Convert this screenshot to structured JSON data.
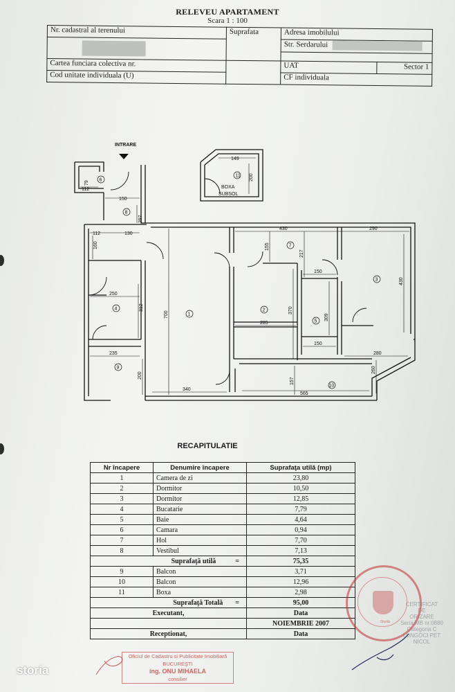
{
  "doc": {
    "title": "RELEVEU APARTAMENT",
    "scale": "Scara 1 : 100"
  },
  "header": {
    "cadastral_label": "Nr. cadastral al terenului",
    "suprafata_label": "Suprafata",
    "address_label": "Adresa imobilului",
    "street": "Str. Serdarului",
    "cf_colectiva": "Cartea funciara colectiva nr.",
    "uat": "UAT",
    "sector": "Sector  1",
    "cod_unitate": "Cod unitate individuala (U)",
    "cf_individuala": "CF individuala"
  },
  "plan": {
    "entrance": "INTRARE",
    "boxa_label_1": "BOXA",
    "boxa_label_2": "SUBSOL",
    "rooms": [
      "1",
      "2",
      "3",
      "4",
      "5",
      "6",
      "7",
      "8",
      "9",
      "10",
      "11"
    ],
    "dims": {
      "d149": "149",
      "d200": "200",
      "d79": "79",
      "d112": "112",
      "d150": "150",
      "d397": "397",
      "d112b": "112",
      "d130": "130",
      "d160": "160",
      "d250": "250",
      "d312": "312",
      "d235": "235",
      "d200b": "200",
      "d700": "700",
      "d340": "340",
      "d430": "430",
      "d155": "155",
      "d217": "217",
      "d150b": "150",
      "d285": "285",
      "d370": "370",
      "d309": "309",
      "d150c": "150",
      "d290": "290",
      "d430b": "430",
      "d280": "280",
      "d260": "260",
      "d157": "157",
      "d565": "565"
    }
  },
  "recap": {
    "title": "RECAPITULATIE",
    "col_nr": "Nr încapere",
    "col_name": "Denumire încapere",
    "col_area": "Suprafaţa utilă (mp)",
    "rooms_a": [
      {
        "nr": "1",
        "name": "Camera de zi",
        "area": "23,80"
      },
      {
        "nr": "2",
        "name": "Dormitor",
        "area": "10,50"
      },
      {
        "nr": "3",
        "name": "Dormitor",
        "area": "12,85"
      },
      {
        "nr": "4",
        "name": "Bucatarie",
        "area": "7,79"
      },
      {
        "nr": "5",
        "name": "Baie",
        "area": "4,64"
      },
      {
        "nr": "6",
        "name": "Camara",
        "area": "0,94"
      },
      {
        "nr": "7",
        "name": "Hol",
        "area": "7,70"
      },
      {
        "nr": "8",
        "name": "Vestibul",
        "area": "7,13"
      }
    ],
    "util_label": "Suprafaţă utilă",
    "eq": "=",
    "util_value": "75,35",
    "rooms_b": [
      {
        "nr": "9",
        "name": "Balcon",
        "area": "3,71"
      },
      {
        "nr": "10",
        "name": "Balcon",
        "area": "12,96"
      },
      {
        "nr": "11",
        "name": "Boxa",
        "area": "2,98"
      }
    ],
    "total_label": "Suprafaţă  Totală",
    "total_value": "95,00",
    "executant": "Executant,",
    "data_label": "Data",
    "data_value": "NOIEMBRIE  2007",
    "receptionat": "Receptionat,",
    "data_label2": "Data"
  },
  "stamps": {
    "office": "Oficiul de Cadastru si Publicitate Imobiliară",
    "city": "BUCUREŞTI",
    "person": "ing. ONU MIHAELA",
    "role": "consilier",
    "seal_text": "Dorin",
    "cert_1": "CERTIFICAT",
    "cert_2": "DE",
    "cert_3": "ORIZARE",
    "cert_4": "Seria MB nr.0880",
    "cert_5": "Categoria C",
    "cert_6": "LUNGOCI PET",
    "cert_7": "NICOL"
  },
  "brand": {
    "logo_text": "storia"
  }
}
